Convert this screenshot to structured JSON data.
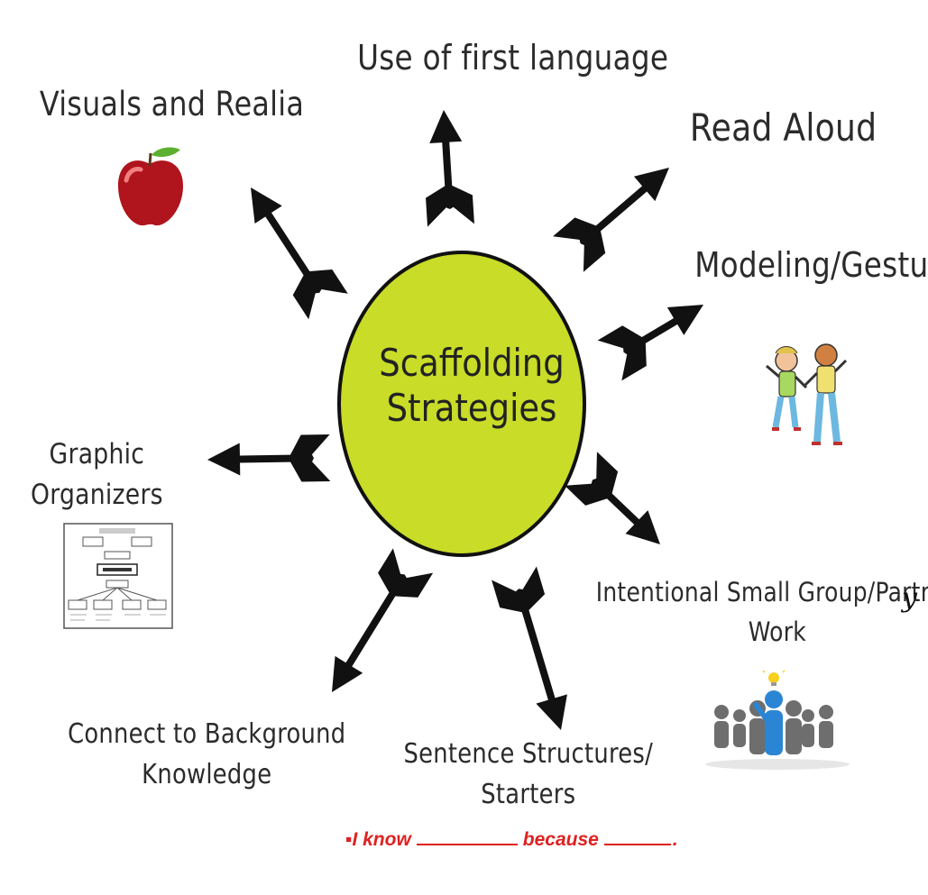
{
  "center": {
    "line1": "Scaffolding",
    "line2": "Strategies",
    "fill_color": "#c8dc28"
  },
  "nodes": {
    "first_language": {
      "label": "Use of first language"
    },
    "visuals_realia": {
      "label": "Visuals and Realia",
      "icon": "apple-icon"
    },
    "read_aloud": {
      "label": "Read Aloud"
    },
    "modeling_gestures": {
      "label": "Modeling/Gestures",
      "icon": "children-gesturing-icon"
    },
    "graphic_organizers": {
      "line1": "Graphic",
      "line2": "Organizers",
      "icon": "flowchart-thumbnail-icon"
    },
    "small_group": {
      "line1": "Intentional Small Group/Partner",
      "line2": "Work",
      "icon": "people-group-lightbulb-icon"
    },
    "background_knowledge": {
      "line1": "Connect to Background",
      "line2": "Knowledge"
    },
    "sentence_structures": {
      "line1": "Sentence Structures/",
      "line2": "Starters"
    }
  },
  "sentence_starter": {
    "bullet": "▪",
    "part1": "I know",
    "part2": "because",
    "end": "."
  },
  "stray_char": "y",
  "colors": {
    "arrow": "#111111",
    "text": "#2b2b2b",
    "accent_red": "#e02020"
  }
}
